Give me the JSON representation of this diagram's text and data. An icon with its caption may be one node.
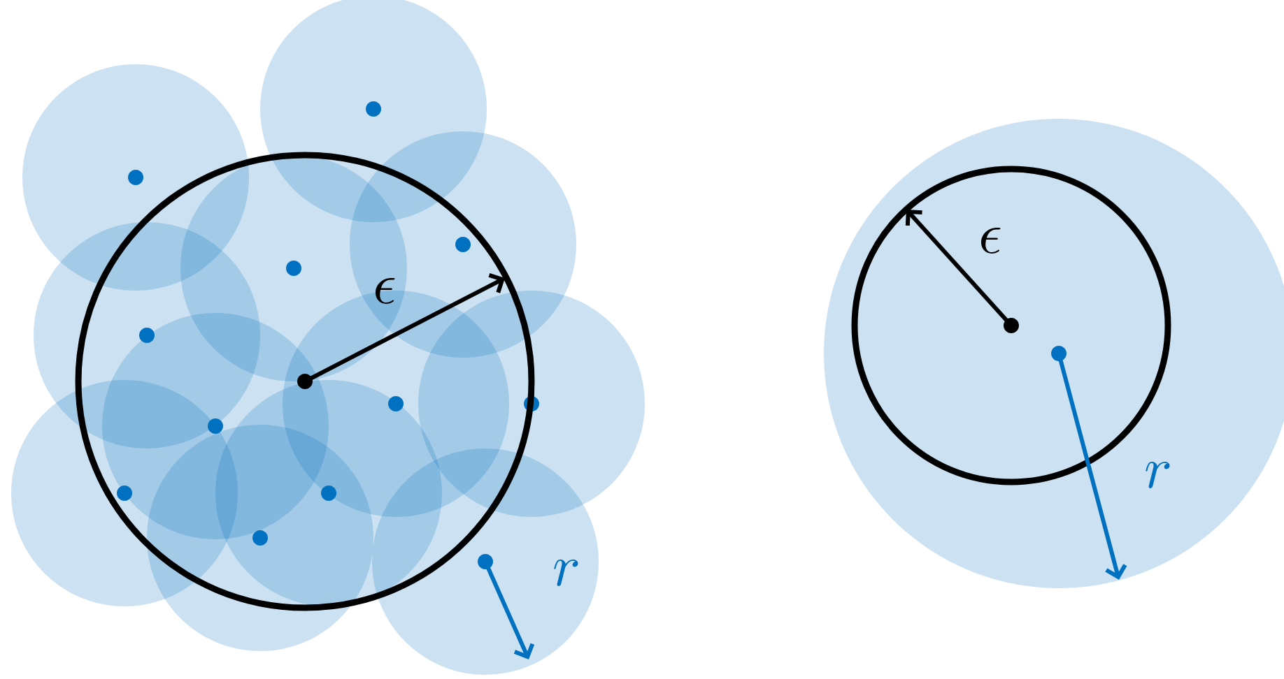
{
  "diagram": {
    "labels": [
      "\\epsilon",
      "r",
      "\\epsilon",
      "r"
    ]
  }
}
